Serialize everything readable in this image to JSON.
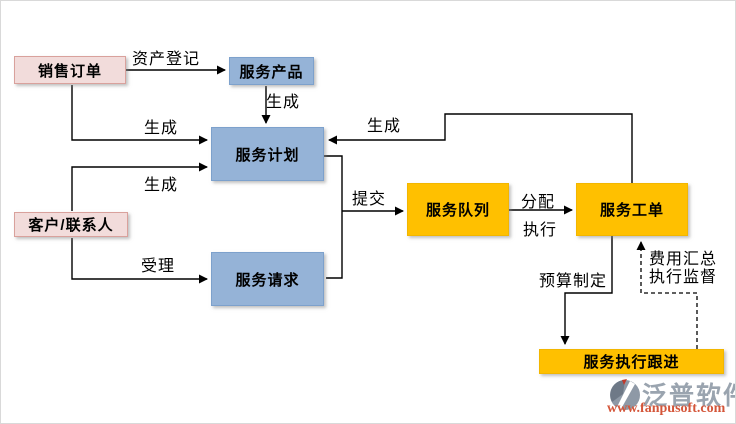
{
  "diagram": {
    "nodes": {
      "sales_order": {
        "label": "销售订单",
        "type": "pink"
      },
      "customer_contact": {
        "label": "客户/联系人",
        "type": "pink"
      },
      "service_product": {
        "label": "服务产品",
        "type": "blue"
      },
      "service_plan": {
        "label": "服务计划",
        "type": "blue"
      },
      "service_request": {
        "label": "服务请求",
        "type": "blue"
      },
      "service_queue": {
        "label": "服务队列",
        "type": "orange"
      },
      "service_workorder": {
        "label": "服务工单",
        "type": "orange"
      },
      "service_followup": {
        "label": "服务执行跟进",
        "type": "orange"
      }
    },
    "edge_labels": {
      "asset_register": "资产登记",
      "generate_top": "生成",
      "generate_left_upper": "生成",
      "generate_left_lower": "生成",
      "generate_feedback": "生成",
      "submit": "提交",
      "assign": "分配",
      "execute": "执行",
      "accept": "受理",
      "budget": "预算制定",
      "cost_summary": "费用汇总",
      "exec_supervise": "执行监督"
    },
    "colors": {
      "pink_fill": "#F2DCDB",
      "pink_border": "#D9A19C",
      "blue_fill": "#95B3D7",
      "blue_border": "#7DA1CC",
      "orange_fill": "#FFC000",
      "line": "#000000"
    }
  },
  "watermark": {
    "brand": "泛普软件",
    "url": "www.fanpusoft.com",
    "brand_color": "#9AA4AF",
    "url_color": "#D4563A"
  }
}
